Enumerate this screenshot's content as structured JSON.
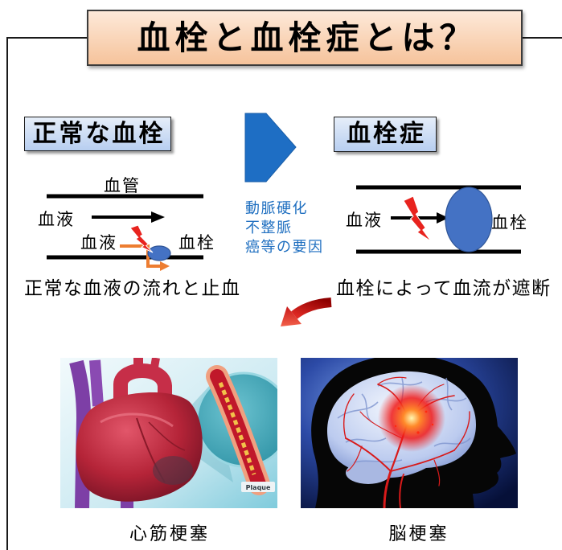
{
  "title": "血栓と血栓症とは？",
  "colors": {
    "title_bg_top": "#fde9d9",
    "title_bg_bottom": "#f6c39b",
    "heading_bg_top": "#e6eef9",
    "heading_bg_bottom": "#b7cef0",
    "cause_text": "#1f6fc0",
    "big_arrow": "#1e6ec4",
    "big_arrow_edge": "#1a5ea8",
    "clot": "#4472c4",
    "clot_edge": "#2f5597",
    "hemostasis_arrow": "#ed7d31",
    "lightning": "#e8231e"
  },
  "icons": {
    "transition": "arrow-right-icon",
    "injury": "lightning-icon",
    "consequence": "curved-arrow-down-icon",
    "heart": "heart-icon",
    "brain": "brain-icon"
  },
  "normal": {
    "heading": "正常な血栓",
    "vessel_label": "血管",
    "blood_label": "血液",
    "bleeding_label": "血液",
    "clot_label": "血栓",
    "caption": "正常な血液の流れと止血"
  },
  "transition": {
    "causes": [
      "動脈硬化",
      "不整脈",
      "癌等の要因"
    ]
  },
  "thrombosis": {
    "heading": "血栓症",
    "blood_label": "血液",
    "clot_label": "血栓",
    "caption": "血栓によって血流が遮断"
  },
  "outcomes": [
    {
      "annotation": "Plaque",
      "caption": "心筋梗塞"
    },
    {
      "caption": "脳梗塞"
    }
  ]
}
